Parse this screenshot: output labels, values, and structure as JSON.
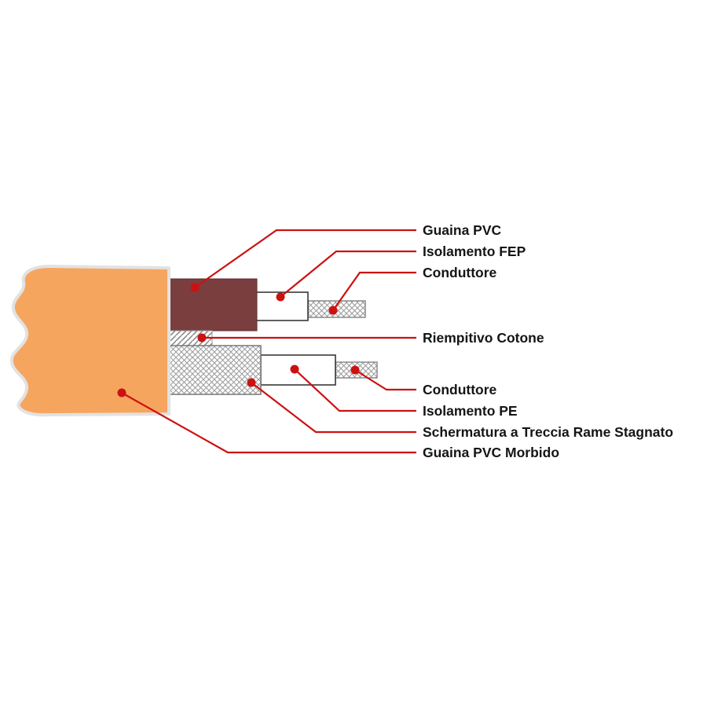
{
  "figure": {
    "title": "Cable construction diagram",
    "labels": [
      "Guaina PVC",
      "Isolamento FEP",
      "Conduttore",
      "Riempitivo Cotone",
      "Conduttore",
      "Isolamento PE",
      "Schermatura a Treccia Rame Stagnato",
      "Guaina PVC Morbido"
    ],
    "colors": {
      "outer_jacket_orange": "#F6A55F",
      "jacket_outline": "#E2E2E2",
      "inner_sheath_maroon": "#7B3E3E",
      "leader_red": "#CC1111",
      "hatch_gray": "#9A9A9A",
      "shape_border": "#6E6E6E",
      "insulation_white": "#FFFFFF",
      "label_text": "#151515",
      "background": "#FFFFFF"
    }
  }
}
